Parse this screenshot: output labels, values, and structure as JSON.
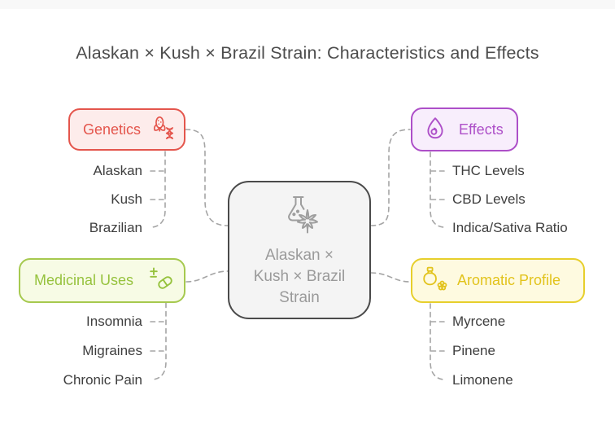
{
  "title": "Alaskan × Kush × Brazil Strain: Characteristics and Effects",
  "center_node": {
    "label": "Alaskan × Kush × Brazil Strain",
    "line1": "Alaskan ×",
    "line2": "Kush × Brazil",
    "line3": "Strain",
    "icon": "flask-cannabis-icon",
    "border_color": "#4a4a4a",
    "background": "#f4f4f4",
    "text_color": "#9a9a9a"
  },
  "branches": {
    "genetics": {
      "label": "Genetics",
      "icon": "corn-dna-icon",
      "accent": "#e4554c",
      "background": "#fdeceb",
      "items": [
        "Alaskan",
        "Kush",
        "Brazilian"
      ]
    },
    "effects": {
      "label": "Effects",
      "icon": "flame-drop-icon",
      "accent": "#ad4fc8",
      "background": "#f8eefc",
      "items": [
        "THC Levels",
        "CBD Levels",
        "Indica/Sativa Ratio"
      ]
    },
    "medicinal": {
      "label": "Medicinal Uses",
      "icon": "pill-plus-minus-icon",
      "accent": "#96c23d",
      "background": "#f7fbe5",
      "items": [
        "Insomnia",
        "Migraines",
        "Chronic Pain"
      ]
    },
    "aromatic": {
      "label": "Aromatic Profile",
      "icon": "perfume-flower-icon",
      "accent": "#e2c31c",
      "background": "#fefae0",
      "items": [
        "Myrcene",
        "Pinene",
        "Limonene"
      ]
    }
  },
  "connector_color": "#a5a5a5"
}
